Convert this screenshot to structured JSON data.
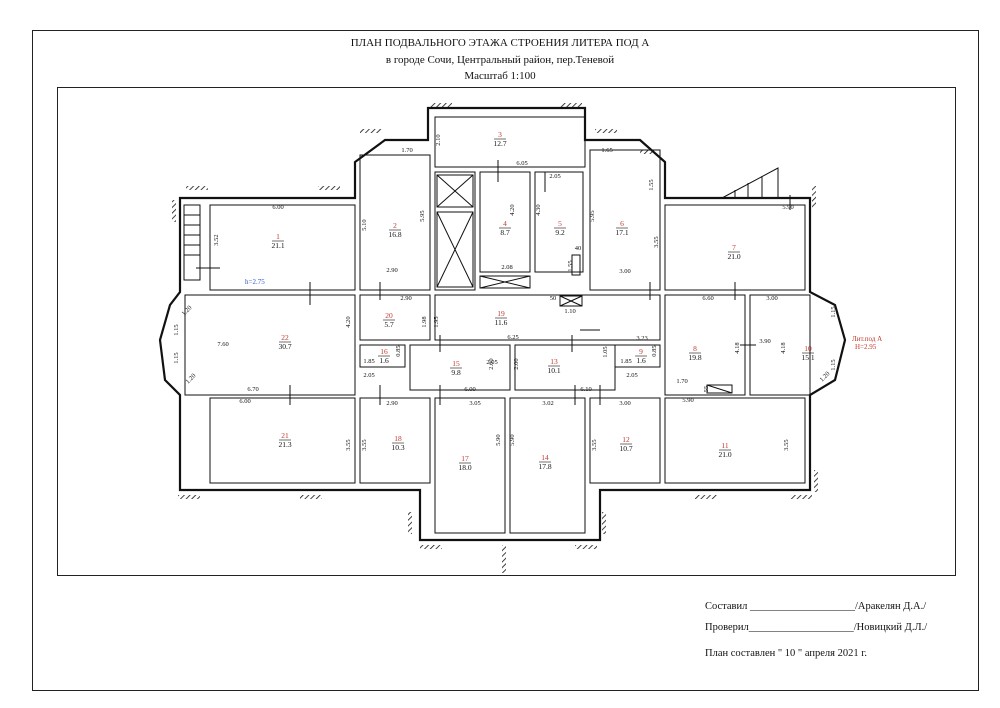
{
  "header": {
    "title": "ПЛАН ПОДВАЛЬНОГО ЭТАЖА СТРОЕНИЯ  ЛИТЕРА ПОД А",
    "address": "в городе Сочи, Центральный район, пер.Теневой",
    "scale": "Масштаб 1:100"
  },
  "signatures": {
    "compiled": "Составил ____________________/Аракелян Д.А./",
    "checked": "Проверил____________________/Новицкий Д.Л./",
    "date": "План составлен \" 10 \" апреля  2021 г."
  },
  "plan": {
    "height_note": "h=2.75",
    "litera_label": "Лит.под А",
    "litera_height": "H=2.95",
    "rooms": [
      {
        "num": "1",
        "area": "21.1"
      },
      {
        "num": "2",
        "area": "16.8"
      },
      {
        "num": "3",
        "area": "12.7"
      },
      {
        "num": "4",
        "area": "8.7"
      },
      {
        "num": "5",
        "area": "9.2"
      },
      {
        "num": "6",
        "area": "17.1"
      },
      {
        "num": "7",
        "area": "21.0"
      },
      {
        "num": "8",
        "area": "19.8"
      },
      {
        "num": "9",
        "area": "1.6"
      },
      {
        "num": "10",
        "area": "15.1"
      },
      {
        "num": "11",
        "area": "21.0"
      },
      {
        "num": "12",
        "area": "10.7"
      },
      {
        "num": "13",
        "area": "10.1"
      },
      {
        "num": "14",
        "area": "17.8"
      },
      {
        "num": "15",
        "area": "9.8"
      },
      {
        "num": "16",
        "area": "1.6"
      },
      {
        "num": "17",
        "area": "18.0"
      },
      {
        "num": "18",
        "area": "10.3"
      },
      {
        "num": "19",
        "area": "11.6"
      },
      {
        "num": "20",
        "area": "5.7"
      },
      {
        "num": "21",
        "area": "21.3"
      },
      {
        "num": "22",
        "area": "30.7"
      }
    ],
    "dims": [
      "2.10",
      "6.05",
      "1.70",
      "1.65",
      "2.05",
      "6.00",
      "3.52",
      "5.10",
      "5.95",
      "4.20",
      "4.30",
      "5.95",
      "1.55",
      "5.90",
      "3.55",
      "2.90",
      "2.08",
      "1.55",
      "40",
      "3.00",
      "2.90",
      "50",
      "1.10",
      "6.60",
      "3.00",
      "1.20",
      "1.15",
      "1.15",
      "4.20",
      "1.98",
      "1.95",
      "6.25",
      "3.23",
      "1.05",
      "1.15",
      "1.15",
      "7.60",
      "1.85",
      "0.85",
      "2.05",
      "2.00",
      "2.00",
      "1.85",
      "0.85",
      "4.18",
      "3.90",
      "4.18",
      "2.05",
      "2.05",
      "1.20",
      "6.70",
      "6.00",
      "6.10",
      "1.70",
      "1.20",
      "55",
      "6.00",
      "2.90",
      "3.05",
      "3.02",
      "3.00",
      "5.90",
      "3.55",
      "3.55",
      "5.90",
      "5.90",
      "3.55",
      "3.55"
    ]
  }
}
